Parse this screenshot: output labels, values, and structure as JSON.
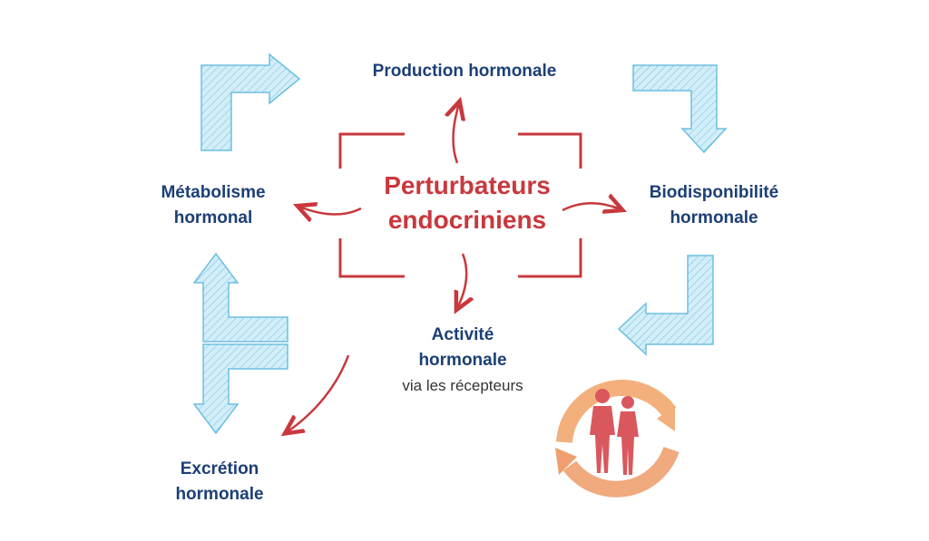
{
  "center": {
    "line1": "Perturbateurs",
    "line2": "endocriniens"
  },
  "nodes": {
    "production": {
      "line1": "Production hormonale"
    },
    "biodisponibilite": {
      "line1": "Biodisponibilité",
      "line2": "hormonale"
    },
    "activite": {
      "line1": "Activité",
      "line2": "hormonale",
      "sub": "via les récepteurs"
    },
    "metabolisme": {
      "line1": "Métabolisme",
      "line2": "hormonal"
    },
    "excretion": {
      "line1": "Excrétion",
      "line2": "hormonale"
    }
  },
  "colors": {
    "title": "#c8383d",
    "label": "#1c3f75",
    "arrow_fill": "#bfe4f2",
    "arrow_stroke": "#5bb8dd",
    "curve": "#c8383d",
    "cycle": "#f0a878",
    "figure": "#d9585e"
  }
}
